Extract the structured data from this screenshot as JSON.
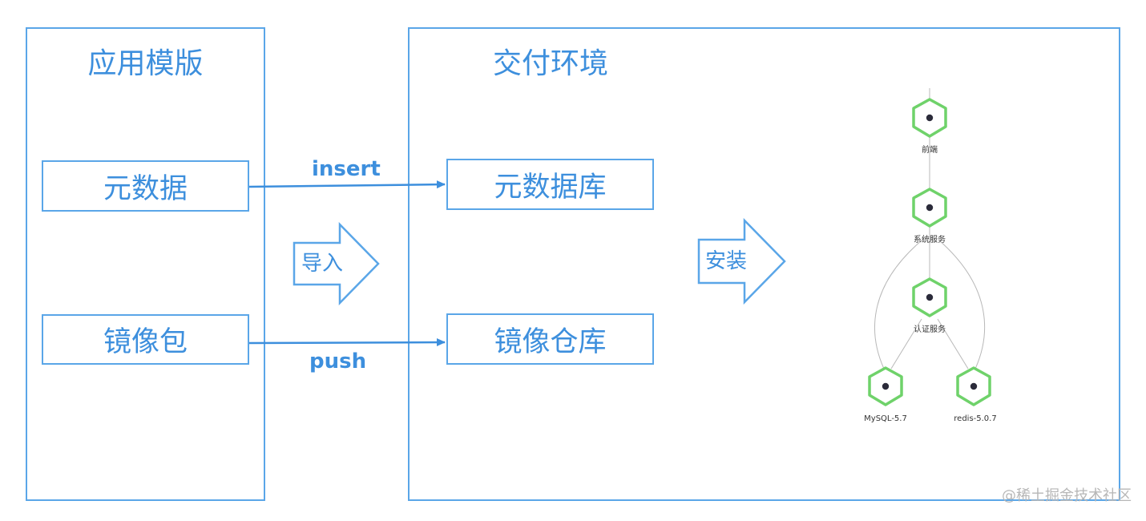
{
  "left_panel": {
    "title": "应用模版",
    "metadata_label": "元数据",
    "image_package_label": "镜像包"
  },
  "right_panel": {
    "title": "交付环境",
    "metadata_db_label": "元数据库",
    "image_registry_label": "镜像仓库"
  },
  "edges": {
    "insert_label": "insert",
    "push_label": "push"
  },
  "big_arrows": {
    "import_label": "导入",
    "install_label": "安装"
  },
  "topology": {
    "nodes": [
      {
        "id": "frontend",
        "label": "前端"
      },
      {
        "id": "system-service",
        "label": "系统服务"
      },
      {
        "id": "auth-service",
        "label": "认证服务"
      },
      {
        "id": "mysql",
        "label": "MySQL-5.7"
      },
      {
        "id": "redis",
        "label": "redis-5.0.7"
      }
    ],
    "node_color": "#6fd26a",
    "node_center_color": "#2b2b3a"
  },
  "watermark": "@稀土掘金技术社区",
  "colors": {
    "accent": "#3d8fdd",
    "border": "#5aa6e8"
  }
}
